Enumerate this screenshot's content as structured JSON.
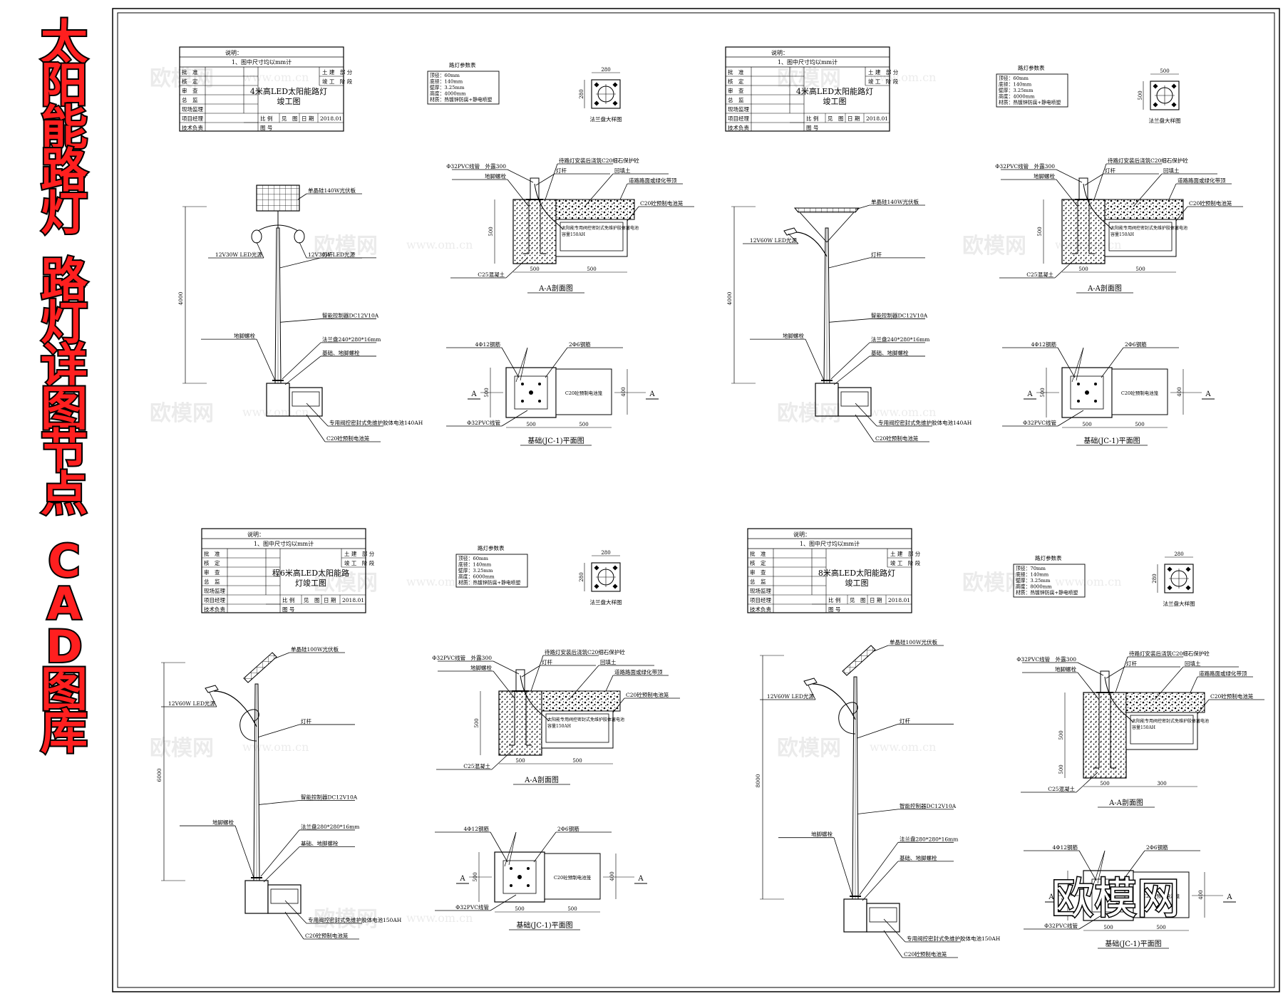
{
  "sidebar_title": {
    "line1": [
      "太",
      "阳",
      "能",
      "路",
      "灯"
    ],
    "line2": [
      "路",
      "灯",
      "详",
      "图",
      "节",
      "点"
    ],
    "line3_latin": [
      "C",
      "A",
      "D"
    ],
    "line3_tail": [
      "图",
      "库"
    ]
  },
  "brand_watermark": "欧模网",
  "watermark_small": "欧模网",
  "watermark_url": "www.om.cn",
  "panels": [
    {
      "notes_header": "说明：",
      "notes_line": "1、图中尺寸均以mm计",
      "title_block": {
        "rows": [
          "批　准",
          "核　定",
          "审　查",
          "总　监",
          "现场监理",
          "项目经理",
          "技术负责"
        ],
        "right_top": [
          "土 建　部 分",
          "竣 工　阶 段"
        ],
        "project": [
          "4米高LED太阳能路灯",
          "竣工图"
        ],
        "scale_label": "比 例",
        "see_label": "见　图",
        "date_label": "日 期",
        "date": "2018.01",
        "drawing_no": "图 号"
      },
      "params_title": "路灯参数表",
      "params": [
        "顶径：60mm",
        "底径：140mm",
        "壁厚：3.25mm",
        "高度：4000mm",
        "材质：热镀锌防腐+静电喷塑"
      ],
      "flange": {
        "dim": "280",
        "caption": "法兰盘大样图"
      },
      "pole": {
        "type": "double",
        "height": "4000",
        "labels": [
          "单晶硅140W光伏板",
          "12V30W LED光源",
          "12V30W LED光源",
          "灯杆",
          "智能控制器DC12V10A",
          "地脚螺栓",
          "法兰盘240*280*16mm",
          "基础、地脚螺栓",
          "专用阀控密封式免维护胶体电池140AH",
          "C20砼预制电池笼"
        ]
      },
      "section": {
        "caption": "A-A剖面图",
        "labels": [
          "Φ32PVC线管　外露300",
          "地脚螺栓",
          "待路灯安装后浇筑C20细石保护砼",
          "灯杆",
          "回填土",
          "道路路面或绿化带顶",
          "C20砼预制电池笼",
          "太阳能专用阀控密封式免维护胶体蓄电池",
          "容量150AH",
          "C25混凝土"
        ],
        "dims": [
          "500",
          "500",
          "500"
        ]
      },
      "plan": {
        "caption": "基础(JC-1)平面图",
        "labels": [
          "4Φ12钢筋",
          "2Φ6钢筋",
          "C20砼预制电池笼",
          "Φ32PVC线管"
        ],
        "dims": [
          "500",
          "500",
          "500",
          "400"
        ],
        "mark": "A"
      }
    },
    {
      "notes_header": "说明：",
      "notes_line": "1、图中尺寸均以mm计",
      "title_block": {
        "rows": [
          "批　准",
          "核　定",
          "审　查",
          "总　监",
          "现场监理",
          "项目经理",
          "技术负责"
        ],
        "right_top": [
          "土 建　部 分",
          "竣 工　阶 段"
        ],
        "project": [
          "4米高LED太阳能路灯",
          "竣工图"
        ],
        "scale_label": "比 例",
        "see_label": "见　图",
        "date_label": "日 期",
        "date": "2018.01",
        "drawing_no": "图 号"
      },
      "params_title": "路灯参数表",
      "params": [
        "顶径：60mm",
        "底径：140mm",
        "壁厚：3.25mm",
        "高度：4000mm",
        "材质：热镀锌防腐+静电喷塑"
      ],
      "flange": {
        "dim": "500",
        "caption": "法兰盘大样图"
      },
      "pole": {
        "type": "single",
        "height": "4000",
        "labels": [
          "单晶硅140W光伏板",
          "12V60W LED光源",
          "灯杆",
          "智能控制器DC12V10A",
          "地脚螺栓",
          "法兰盘240*280*16mm",
          "基础、地脚螺栓",
          "专用阀控密封式免维护胶体电池140AH",
          "C20砼预制电池笼"
        ]
      },
      "section": {
        "caption": "A-A剖面图",
        "labels": [
          "Φ32PVC线管　外露300",
          "地脚螺栓",
          "待路灯安装后浇筑C20细石保护砼",
          "灯杆",
          "回填土",
          "道路路面或绿化带顶",
          "C20砼预制电池笼",
          "太阳能专用阀控密封式免维护胶体蓄电池",
          "容量150AH",
          "C25混凝土"
        ],
        "dims": [
          "500",
          "500",
          "500"
        ]
      },
      "plan": {
        "caption": "基础(JC-1)平面图",
        "labels": [
          "4Φ12钢筋",
          "2Φ6钢筋",
          "C20砼预制电池笼",
          "Φ32PVC线管"
        ],
        "dims": [
          "500",
          "500",
          "500",
          "400"
        ],
        "mark": "A"
      }
    },
    {
      "notes_header": "说明：",
      "notes_line": "1、图中尺寸均以mm计",
      "title_block": {
        "rows": [
          "批　准",
          "核　定",
          "审　查",
          "总　监",
          "现场监理",
          "项目经理",
          "技术负责"
        ],
        "right_top": [
          "土 建　部 分",
          "竣 工　阶 段"
        ],
        "project": [
          "程6米高LED太阳能路",
          "灯竣工图"
        ],
        "scale_label": "比 例",
        "see_label": "见　图",
        "date_label": "日 期",
        "date": "2018.01",
        "drawing_no": "图 号"
      },
      "params_title": "路灯参数表",
      "params": [
        "顶径：60mm",
        "底径：140mm",
        "壁厚：3.25mm",
        "高度：6000mm",
        "材质：热镀锌防腐+静电喷塑"
      ],
      "flange": {
        "dim": "280",
        "caption": "法兰盘大样图"
      },
      "pole": {
        "type": "arm",
        "height": "6000",
        "labels": [
          "单晶硅100W光伏板",
          "12V60W LED光源",
          "灯杆",
          "智能控制器DC12V10A",
          "地脚螺栓",
          "法兰盘280*280*16mm",
          "基础、地脚螺栓",
          "专用阀控密封式免维护胶体电池150AH",
          "C20砼预制电池笼"
        ]
      },
      "section": {
        "caption": "A-A剖面图",
        "labels": [
          "Φ32PVC线管　外露300",
          "地脚螺栓",
          "待路灯安装后浇筑C20细石保护砼",
          "灯杆",
          "回填土",
          "道路路面或绿化带顶",
          "C20砼预制电池笼",
          "太阳能专用阀控密封式免维护胶体蓄电池",
          "容量150AH",
          "C25混凝土"
        ],
        "dims": [
          "500",
          "500",
          "500"
        ]
      },
      "plan": {
        "caption": "基础(JC-1)平面图",
        "labels": [
          "4Φ12钢筋",
          "2Φ6钢筋",
          "C20砼预制电池笼",
          "Φ32PVC线管"
        ],
        "dims": [
          "500",
          "500",
          "500",
          "400"
        ],
        "mark": "A"
      }
    },
    {
      "notes_header": "说明：",
      "notes_line": "1、图中尺寸均以mm计",
      "title_block": {
        "rows": [
          "批　准",
          "核　定",
          "审　查",
          "总　监",
          "现场监理",
          "项目经理",
          "技术负责"
        ],
        "right_top": [
          "土 建　部 分",
          "竣 工　阶 段"
        ],
        "project": [
          "8米高LED太阳能路灯",
          "竣工图"
        ],
        "scale_label": "比 例",
        "see_label": "见　图",
        "date_label": "日 期",
        "date": "2018.01",
        "drawing_no": "图 号"
      },
      "params_title": "路灯参数表",
      "params": [
        "顶径：70mm",
        "底径：140mm",
        "壁厚：3.25mm",
        "高度：8000mm",
        "材质：热镀锌防腐+静电喷塑"
      ],
      "flange": {
        "dim": "280",
        "caption": "法兰盘大样图"
      },
      "pole": {
        "type": "arm",
        "height": "8000",
        "labels": [
          "单晶硅100W光伏板",
          "12V60W LED光源",
          "灯杆",
          "智能控制器DC12V10A",
          "地脚螺栓",
          "法兰盘280*280*16mm",
          "基础、地脚螺栓",
          "专用阀控密封式免维护胶体电池150AH",
          "C20砼预制电池笼"
        ]
      },
      "section": {
        "caption": "A-A剖面图",
        "labels": [
          "Φ32PVC线管　外露300",
          "地脚螺栓",
          "待路灯安装后浇筑C20细石保护砼",
          "灯杆",
          "回填土",
          "道路路面或绿化带顶",
          "C20砼预制电池笼",
          "太阳能专用阀控密封式免维护胶体蓄电池",
          "容量150AH",
          "C25混凝土"
        ],
        "dims": [
          "500",
          "300",
          "500",
          "500"
        ]
      },
      "plan": {
        "caption": "基础(JC-1)平面图",
        "labels": [
          "4Φ12钢筋",
          "2Φ6钢筋",
          "C20砼预制电池笼",
          "Φ32PVC线管"
        ],
        "dims": [
          "500",
          "500",
          "500",
          "400"
        ],
        "mark": "A"
      }
    }
  ]
}
